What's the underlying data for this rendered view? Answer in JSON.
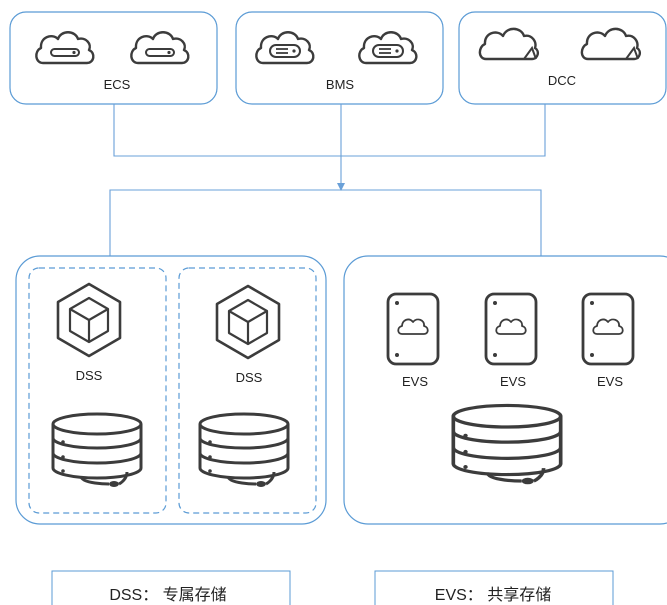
{
  "compute": {
    "ecs": {
      "label": "ECS",
      "icon": "cloud-server-icon"
    },
    "bms": {
      "label": "BMS",
      "icon": "cloud-server-icon"
    },
    "dcc": {
      "label": "DCC",
      "icon": "cloud-icon"
    }
  },
  "storage": {
    "dss_nodes": [
      {
        "label": "DSS",
        "icon": "hexagon-cube-icon",
        "disk_icon": "database-icon"
      },
      {
        "label": "DSS",
        "icon": "hexagon-cube-icon",
        "disk_icon": "database-icon"
      }
    ],
    "evs_nodes": [
      {
        "label": "EVS",
        "icon": "disk-cloud-icon"
      },
      {
        "label": "EVS",
        "icon": "disk-cloud-icon"
      },
      {
        "label": "EVS",
        "icon": "disk-cloud-icon"
      }
    ],
    "evs_disk_icon": "database-icon"
  },
  "legend": {
    "dss_caption": "DSS： 专属存储",
    "evs_caption": "EVS： 共享存储"
  },
  "colors": {
    "border": "#5b9bd5",
    "line": "#6aa0d8",
    "icon": "#3c3c3c"
  }
}
